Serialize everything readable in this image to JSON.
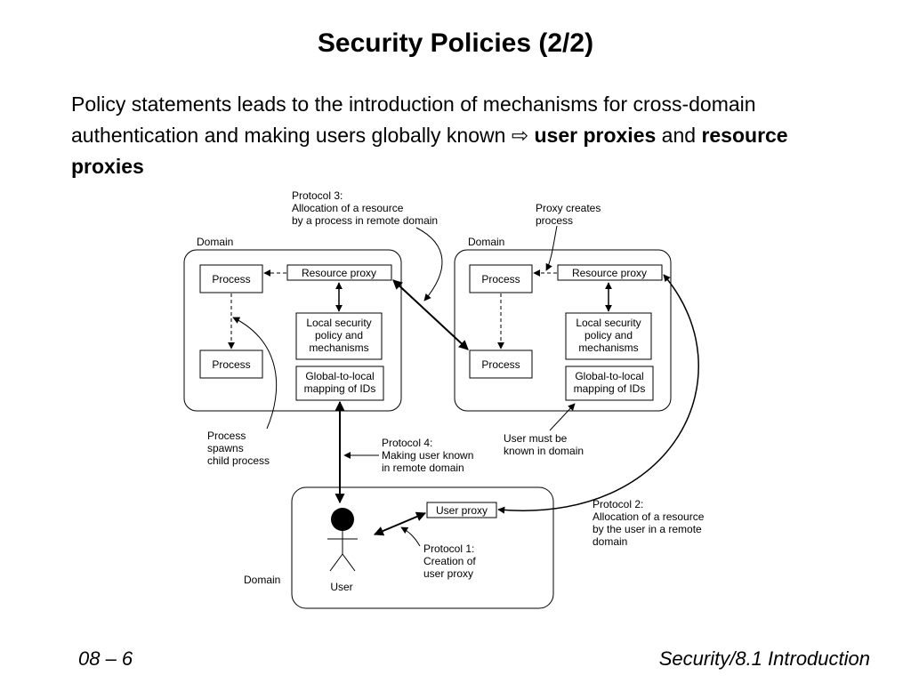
{
  "title": "Security Policies (2/2)",
  "intro": {
    "text_before": "Policy statements leads to the introduction of mechanisms for cross-domain authentication and making users globally known",
    "arrow_glyph": "⇨",
    "bold_1": "user proxies",
    "connector": "and",
    "bold_2": "resource proxies"
  },
  "diagram": {
    "left_domain": {
      "label": "Domain",
      "process_top": "Process",
      "process_bottom": "Process",
      "resource_proxy": "Resource proxy",
      "local_security": [
        "Local security",
        "policy and",
        "mechanisms"
      ],
      "global_to_local": [
        "Global-to-local",
        "mapping of IDs"
      ]
    },
    "right_domain": {
      "label": "Domain",
      "process_top": "Process",
      "process_bottom": "Process",
      "resource_proxy": "Resource proxy",
      "local_security": [
        "Local security",
        "policy and",
        "mechanisms"
      ],
      "global_to_local": [
        "Global-to-local",
        "mapping of IDs"
      ]
    },
    "user_domain": {
      "label": "Domain",
      "user_proxy": "User proxy",
      "user_label": "User"
    },
    "annotations": {
      "protocol_3": [
        "Protocol 3:",
        "Allocation of a resource",
        "by a process in remote domain"
      ],
      "proxy_creates": [
        "Proxy creates",
        "process"
      ],
      "process_spawns": [
        "Process",
        "spawns",
        "child process"
      ],
      "protocol_4": [
        "Protocol 4:",
        "Making user known",
        "in remote domain"
      ],
      "user_must_be_known": [
        "User must be",
        "known in domain"
      ],
      "protocol_2": [
        "Protocol 2:",
        "Allocation of a resource",
        "by the user in a remote",
        "domain"
      ],
      "protocol_1": [
        "Protocol 1:",
        "Creation of",
        "user proxy"
      ]
    }
  },
  "footer": {
    "left": "08 – 6",
    "right": "Security/8.1 Introduction"
  }
}
